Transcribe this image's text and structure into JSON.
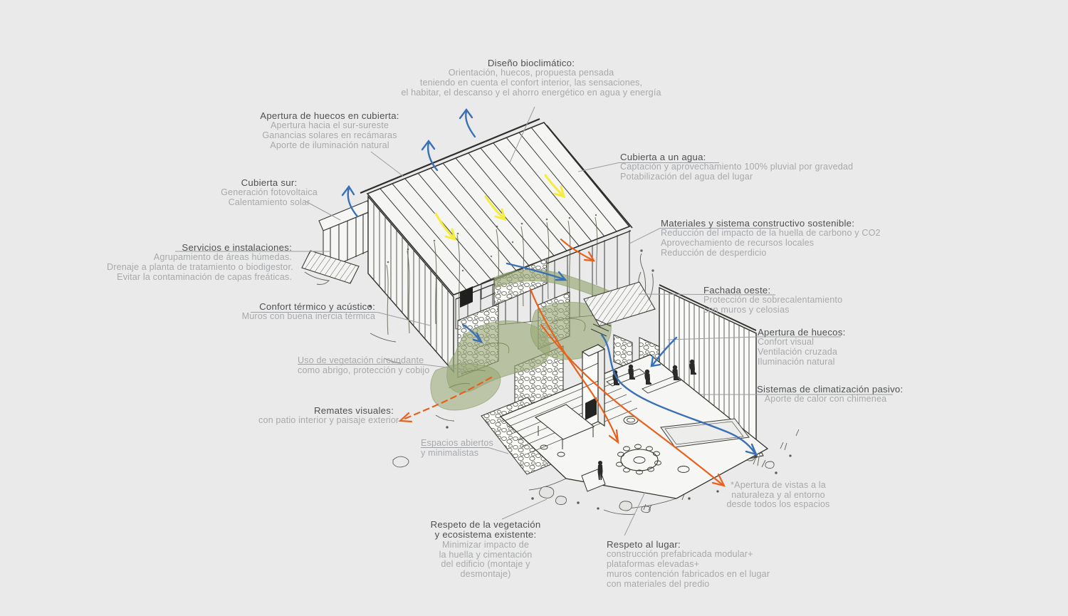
{
  "page": {
    "background": "#e9eae9"
  },
  "colors": {
    "heading_text": "#4f5052",
    "body_text": "#a7a9ac",
    "leader_line": "#9b9da0",
    "sketch_ink": "#3a3a36",
    "vegetation_green": "#97a673",
    "airflow_blue": "#3a70b6",
    "solar_yellow": "#f6ec3b",
    "view_orange": "#e8611c"
  },
  "annotations": {
    "diseno": {
      "title": "Diseño bioclimático:",
      "lines": [
        "Orientación, huecos, propuesta pensada",
        "teniendo en cuenta el confort interior, las sensaciones,",
        "el habitar, el descanso y el ahorro energético en agua y energía"
      ]
    },
    "huecos_cubierta": {
      "title": "Apertura de huecos en cubierta:",
      "lines": [
        "Apertura hacia el sur-sureste",
        "Ganancias solares en recámaras",
        "Aporte de iluminación natural"
      ]
    },
    "cubierta_sur": {
      "title": "Cubierta sur:",
      "lines": [
        "Generación fotovoltaica",
        "Calentamiento solar"
      ]
    },
    "servicios": {
      "title": "Servicios e instalaciones:",
      "lines": [
        "Agrupamiento de áreas húmedas.",
        "Drenaje a planta de tratamiento o biodigestor.",
        "Evitar la contaminación de capas freáticas."
      ]
    },
    "confort": {
      "title": "Confort térmico y acústico:",
      "lines": [
        "Muros con buena inercia térmica"
      ]
    },
    "vegetacion": {
      "title": "Uso de vegetación circundante",
      "lines": [
        "como abrigo, protección y cobijo"
      ]
    },
    "remates": {
      "title": "Remates visuales:",
      "lines": [
        "con patio interior y paisaje exterior"
      ]
    },
    "espacios": {
      "title": "Espacios abiertos",
      "lines": [
        "y minimalistas"
      ]
    },
    "respeto_vegetacion": {
      "title_1": "Respeto de la vegetación",
      "title_2": "y ecosistema existente:",
      "lines": [
        "Minimizar impacto de",
        "la huella y cimentación",
        "del edificio (montaje y",
        "desmontaje)"
      ]
    },
    "respeto_lugar": {
      "title": "Respeto al lugar:",
      "lines": [
        "construcción prefabricada modular+",
        "plataformas elevadas+",
        "muros contención fabricados en el lugar",
        "con materiales del predio"
      ]
    },
    "vistas": {
      "lines": [
        "*Apertura de vistas a la",
        "naturaleza y al entorno",
        "desde todos los espacios"
      ]
    },
    "climatizacion": {
      "title": "Sistemas de climatización pasivo:",
      "lines": [
        "Aporte de calor con chimenea"
      ]
    },
    "apertura_huecos": {
      "title": "Apertura de huecos:",
      "lines": [
        "Confort visual",
        "Ventilación cruzada",
        "Iluminación natural"
      ]
    },
    "fachada_oeste": {
      "title": "Fachada oeste:",
      "lines": [
        "Protección de sobrecalentamiento",
        "con muros y celosias"
      ]
    },
    "materiales": {
      "title": "Materiales y sistema constructivo sostenible:",
      "lines": [
        "Reducción del impacto de la huella de carbono y CO2",
        "Aprovechamiento de recursos locales",
        "Reducción de desperdicio"
      ]
    },
    "cubierta_agua": {
      "title": "Cubierta a un agua:",
      "lines": [
        "Captación y aprovechamiento 100% pluvial por gravedad",
        "Potabilización del agua del lugar"
      ]
    }
  }
}
